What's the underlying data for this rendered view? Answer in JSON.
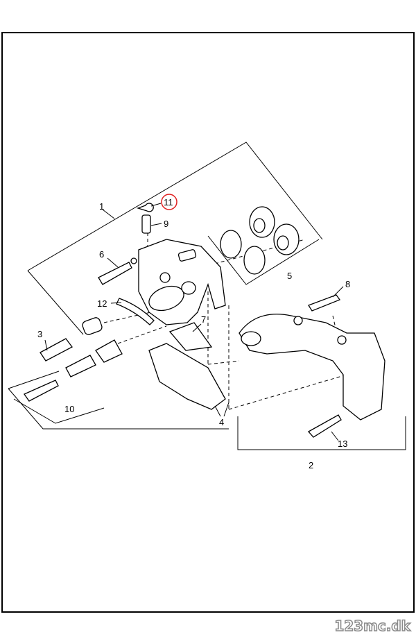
{
  "diagram": {
    "callouts": [
      {
        "id": "1",
        "label": "1"
      },
      {
        "id": "2",
        "label": "2"
      },
      {
        "id": "3",
        "label": "3"
      },
      {
        "id": "4",
        "label": "4"
      },
      {
        "id": "5",
        "label": "5"
      },
      {
        "id": "6",
        "label": "6"
      },
      {
        "id": "7",
        "label": "7"
      },
      {
        "id": "8",
        "label": "8"
      },
      {
        "id": "9",
        "label": "9"
      },
      {
        "id": "10",
        "label": "10"
      },
      {
        "id": "11",
        "label": "11",
        "highlighted": true
      },
      {
        "id": "12",
        "label": "12"
      },
      {
        "id": "13",
        "label": "13"
      }
    ],
    "highlight_color": "#e02020"
  },
  "watermark": "123mc.dk"
}
